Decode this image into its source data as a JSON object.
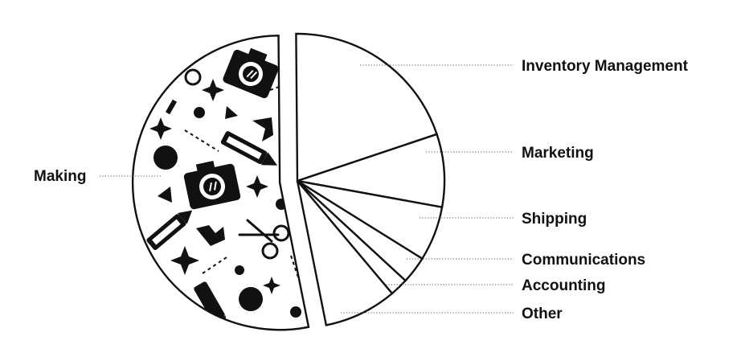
{
  "chart_data": {
    "type": "pie",
    "title": "",
    "slices": [
      {
        "label": "Inventory Management",
        "value": 20
      },
      {
        "label": "Marketing",
        "value": 8
      },
      {
        "label": "Shipping",
        "value": 6
      },
      {
        "label": "Communications",
        "value": 3
      },
      {
        "label": "Accounting",
        "value": 2
      },
      {
        "label": "Other",
        "value": 8
      },
      {
        "label": "Making",
        "value": 53,
        "fill": "icon-pattern"
      }
    ],
    "exploded_slice": "Making",
    "legend": "none",
    "label_style": "dotted-leader-lines",
    "colors": {
      "stroke": "#111111",
      "fill": "#ffffff",
      "pattern": "#111111"
    }
  }
}
